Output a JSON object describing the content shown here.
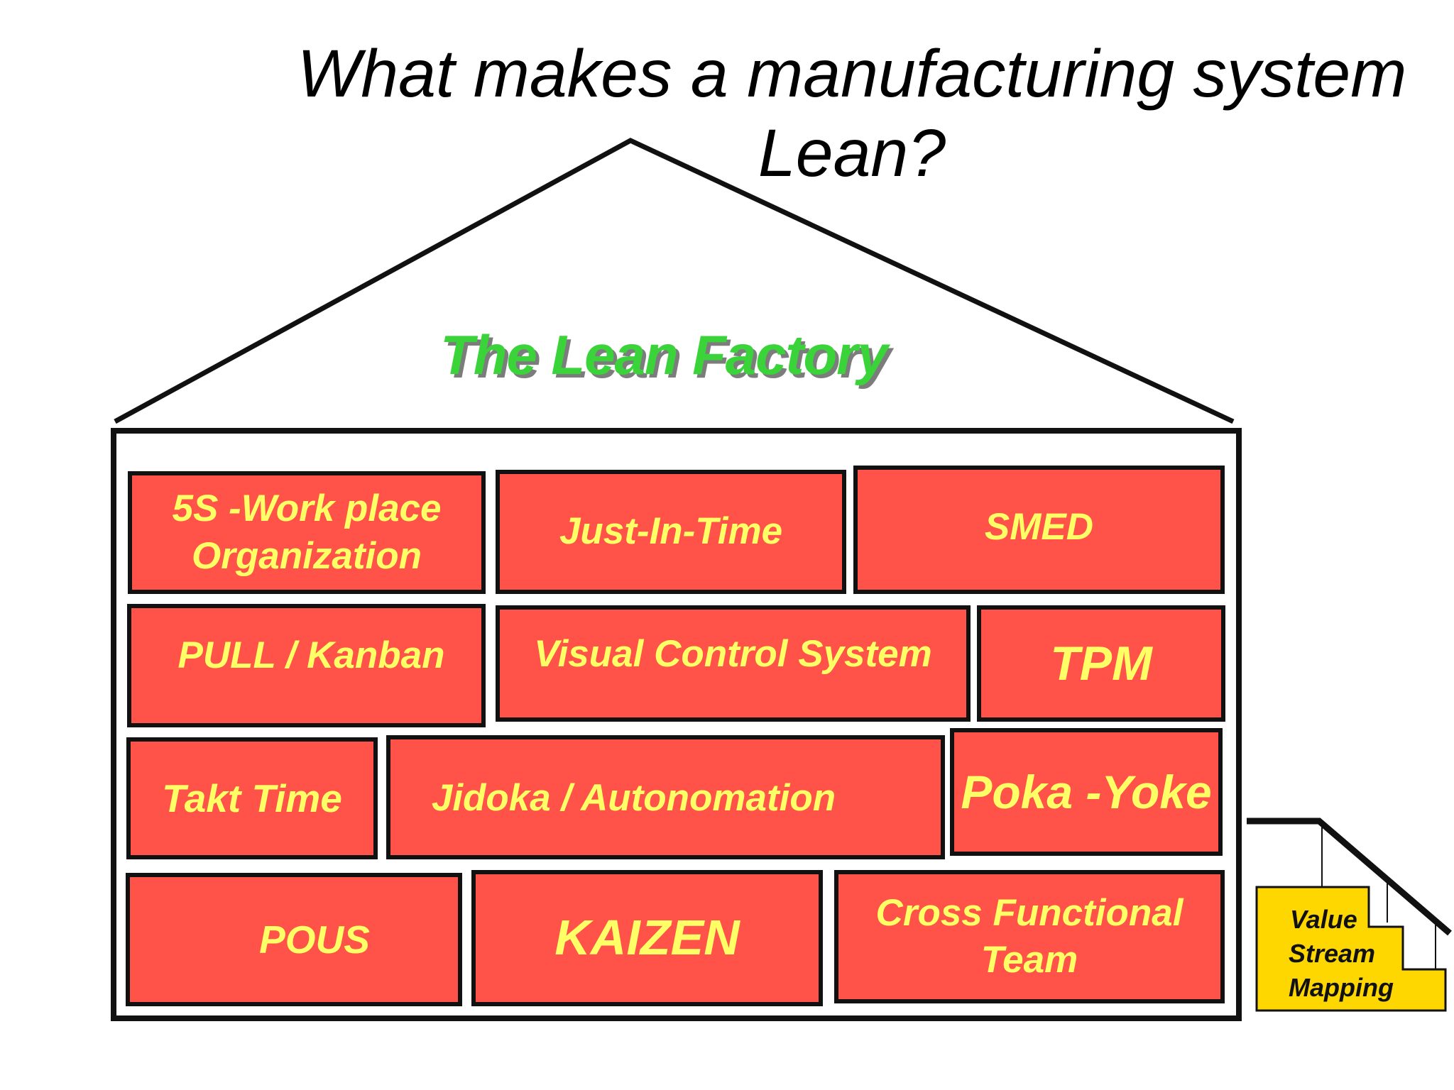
{
  "title": {
    "line1": "What makes a manufacturing system",
    "line2": "Lean?"
  },
  "house_label": "The Lean Factory",
  "bricks": [
    {
      "line1": "5S -Work place",
      "line2": "Organization"
    },
    {
      "label": "Just-In-Time"
    },
    {
      "label": "SMED"
    },
    {
      "label": "PULL / Kanban"
    },
    {
      "label": "Visual Control System"
    },
    {
      "label": "TPM"
    },
    {
      "label": "Takt Time"
    },
    {
      "label": "Jidoka / Autonomation"
    },
    {
      "label": "Poka -Yoke"
    },
    {
      "label": "POUS"
    },
    {
      "label": "KAIZEN"
    },
    {
      "line1": "Cross Functional",
      "line2": "Team"
    }
  ],
  "stairs": {
    "line1": "Value",
    "line2": "Stream",
    "line3": "Mapping"
  },
  "colors": {
    "brick_fill": "#ff5249",
    "brick_text": "#ffff66",
    "title_green": "#3ad33a",
    "stairs_fill": "#ffd700"
  }
}
